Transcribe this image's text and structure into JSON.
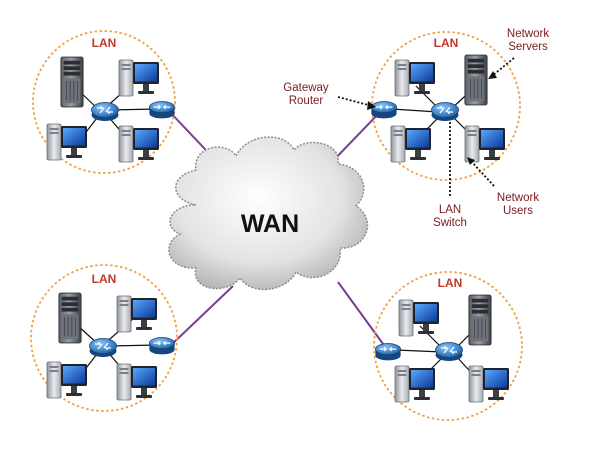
{
  "wan": {
    "label": "WAN"
  },
  "lans": [
    {
      "id": "top-left",
      "label": "LAN"
    },
    {
      "id": "top-right",
      "label": "LAN"
    },
    {
      "id": "bottom-left",
      "label": "LAN"
    },
    {
      "id": "bottom-right",
      "label": "LAN"
    }
  ],
  "callouts": {
    "gateway_router": [
      "Gateway",
      "Router"
    ],
    "network_servers": [
      "Network",
      "Servers"
    ],
    "network_users": [
      "Network",
      "Users"
    ],
    "lan_switch": [
      "LAN",
      "Switch"
    ]
  },
  "colors": {
    "lan_boundary": "#f0a046",
    "wan_link": "#7a3c96",
    "label_red": "#c0392b",
    "callout_text": "#7b1c1c"
  },
  "icons": [
    "server-tower-icon",
    "desktop-computer-icon",
    "switch-icon",
    "router-icon",
    "cloud-icon"
  ]
}
